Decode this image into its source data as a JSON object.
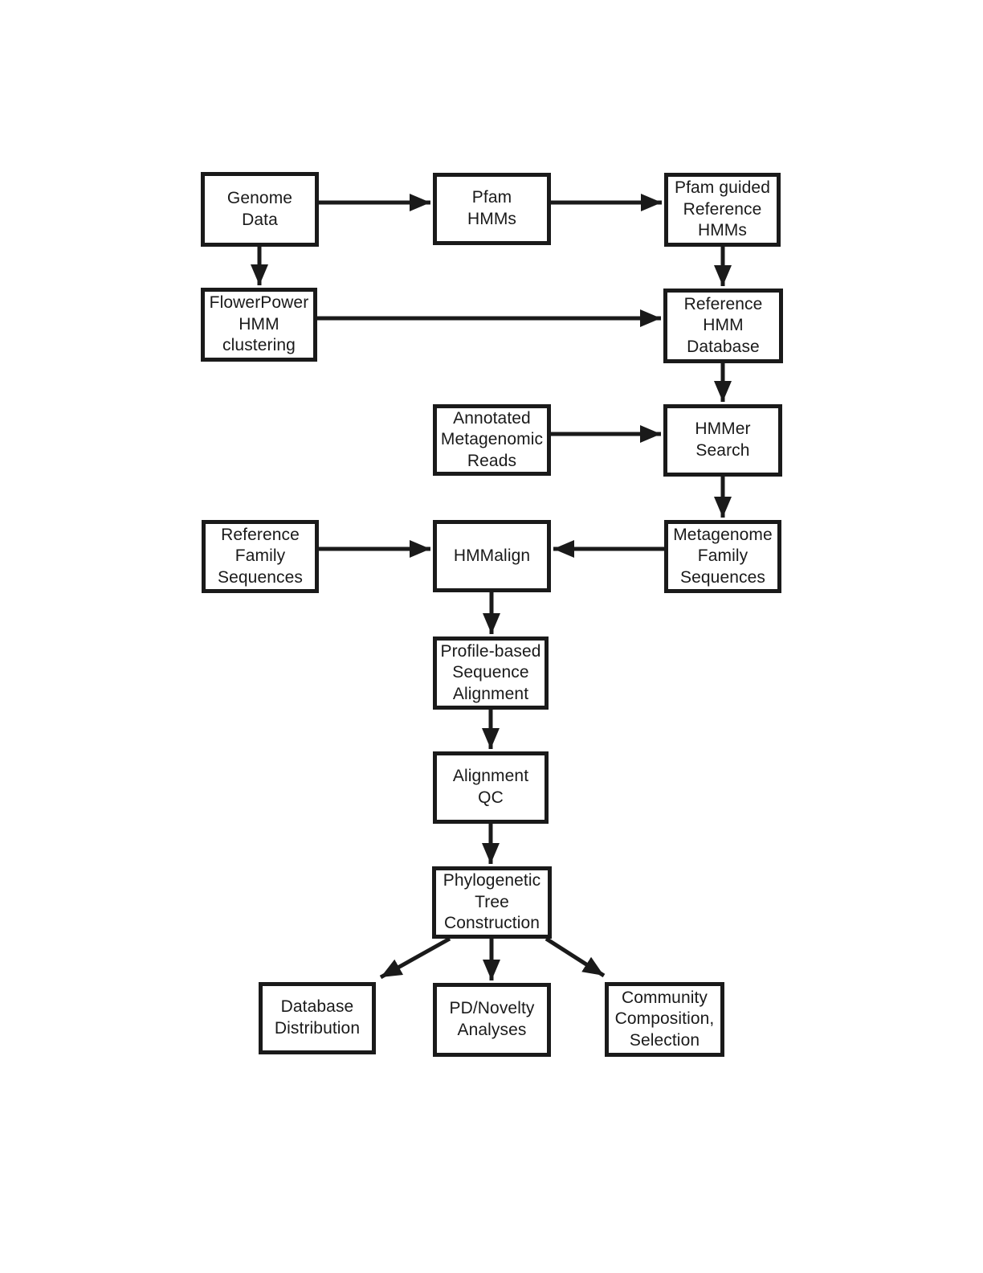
{
  "canvas": {
    "background": "#ffffff",
    "ink": "#1a1a1a"
  },
  "diagram": {
    "type": "flowchart",
    "nodes": [
      {
        "id": "genome-data",
        "label": "Genome\nData"
      },
      {
        "id": "pfam-hmms",
        "label": "Pfam\nHMMs"
      },
      {
        "id": "pfam-guided-reference-hmms",
        "label": "Pfam guided\nReference\nHMMs"
      },
      {
        "id": "flowerpower-hmm-clustering",
        "label": "FlowerPower\nHMM\nclustering"
      },
      {
        "id": "reference-hmm-database",
        "label": "Reference\nHMM\nDatabase"
      },
      {
        "id": "annotated-metagenomic-reads",
        "label": "Annotated\nMetagenomic\nReads"
      },
      {
        "id": "hmmer-search",
        "label": "HMMer\nSearch"
      },
      {
        "id": "reference-family-sequences",
        "label": "Reference\nFamily\nSequences"
      },
      {
        "id": "hmmalign",
        "label": "HMMalign"
      },
      {
        "id": "metagenome-family-sequences",
        "label": "Metagenome\nFamily\nSequences"
      },
      {
        "id": "profile-based-sequence-alignment",
        "label": "Profile-based\nSequence\nAlignment"
      },
      {
        "id": "alignment-qc",
        "label": "Alignment\nQC"
      },
      {
        "id": "phylogenetic-tree-construction",
        "label": "Phylogenetic\nTree\nConstruction"
      },
      {
        "id": "database-distribution",
        "label": "Database\nDistribution"
      },
      {
        "id": "pd-novelty-analyses",
        "label": "PD/Novelty\nAnalyses"
      },
      {
        "id": "community-composition-selection",
        "label": "Community\nComposition,\nSelection"
      }
    ],
    "edges": [
      {
        "from": "genome-data",
        "to": "pfam-hmms"
      },
      {
        "from": "pfam-hmms",
        "to": "pfam-guided-reference-hmms"
      },
      {
        "from": "genome-data",
        "to": "flowerpower-hmm-clustering"
      },
      {
        "from": "pfam-guided-reference-hmms",
        "to": "reference-hmm-database"
      },
      {
        "from": "flowerpower-hmm-clustering",
        "to": "reference-hmm-database"
      },
      {
        "from": "reference-hmm-database",
        "to": "hmmer-search"
      },
      {
        "from": "annotated-metagenomic-reads",
        "to": "hmmer-search"
      },
      {
        "from": "hmmer-search",
        "to": "metagenome-family-sequences"
      },
      {
        "from": "reference-family-sequences",
        "to": "hmmalign"
      },
      {
        "from": "metagenome-family-sequences",
        "to": "hmmalign"
      },
      {
        "from": "hmmalign",
        "to": "profile-based-sequence-alignment"
      },
      {
        "from": "profile-based-sequence-alignment",
        "to": "alignment-qc"
      },
      {
        "from": "alignment-qc",
        "to": "phylogenetic-tree-construction"
      },
      {
        "from": "phylogenetic-tree-construction",
        "to": "database-distribution"
      },
      {
        "from": "phylogenetic-tree-construction",
        "to": "pd-novelty-analyses"
      },
      {
        "from": "phylogenetic-tree-construction",
        "to": "community-composition-selection"
      }
    ]
  }
}
